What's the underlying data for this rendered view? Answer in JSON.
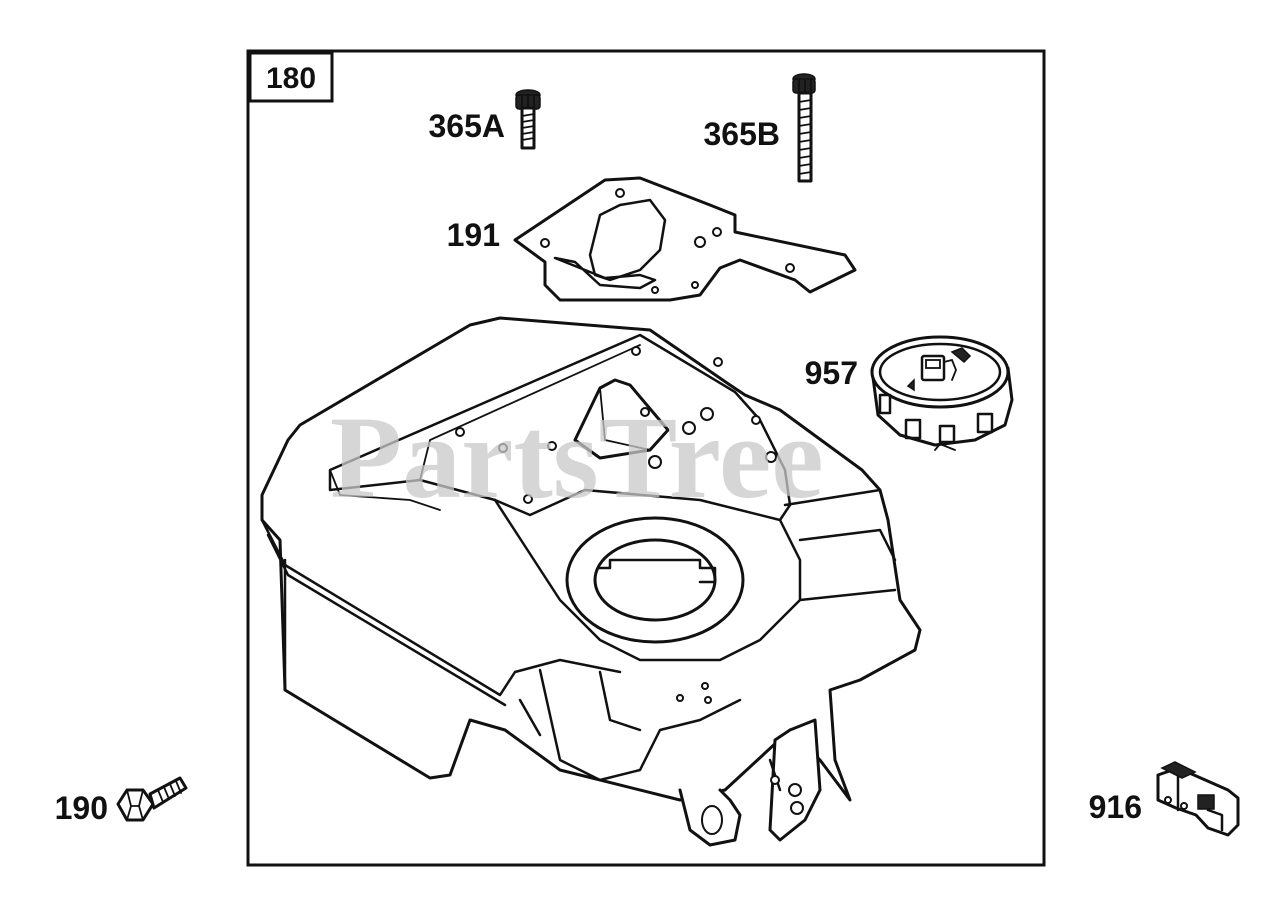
{
  "diagram": {
    "frame_label": "180",
    "watermark": "PartsTree",
    "callouts": {
      "screw_a": "365A",
      "screw_b": "365B",
      "gasket": "191",
      "fuel_cap": "957",
      "bolt": "190",
      "clip": "916"
    }
  }
}
